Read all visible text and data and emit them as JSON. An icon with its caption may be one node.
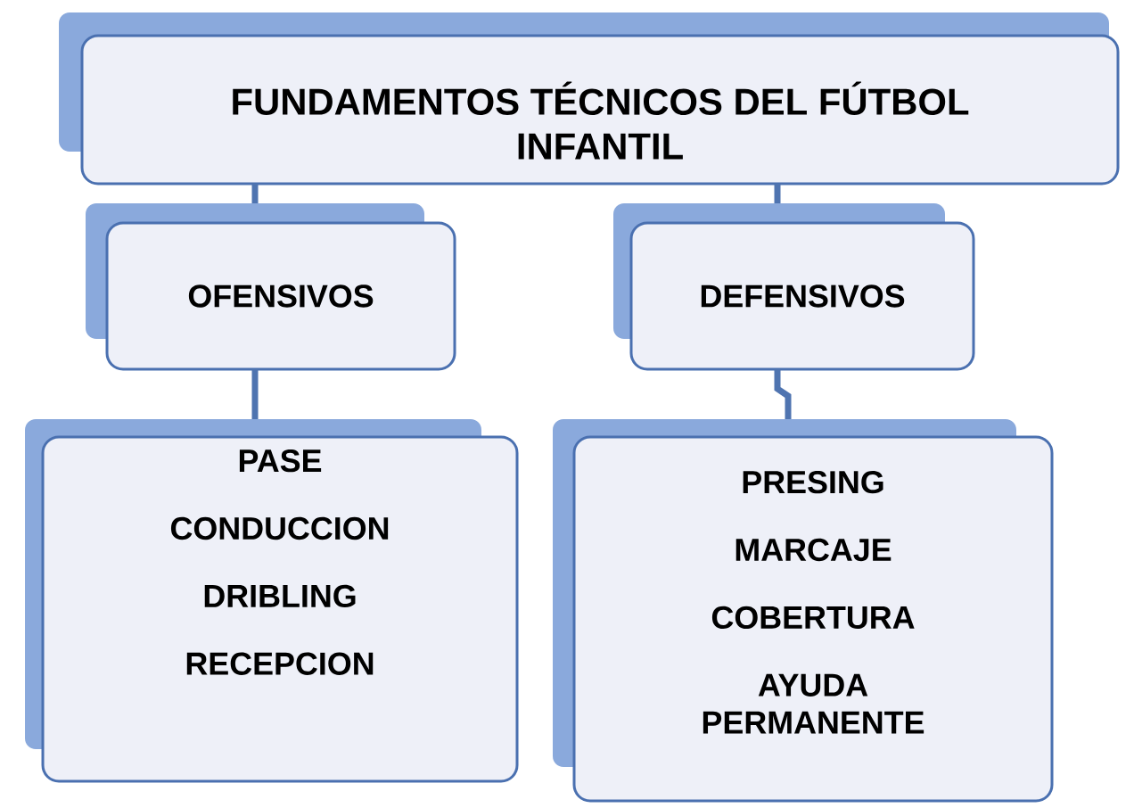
{
  "diagram": {
    "nodes": [
      {
        "text": [
          "FUNDAMENTOS TÉCNICOS DEL FÚTBOL INFANTIL"
        ]
      },
      {
        "text": [
          "OFENSIVOS"
        ]
      },
      {
        "text": [
          "DEFENSIVOS"
        ]
      },
      {
        "text": [
          "PASE",
          "CONDUCCION",
          "DRIBLING",
          "RECEPCION"
        ]
      },
      {
        "text": [
          "PRESING",
          "MARCAJE",
          "COBERTURA",
          "AYUDA PERMANENTE"
        ]
      }
    ],
    "edges": [
      {
        "from": 0,
        "to": 1,
        "arrow": "none"
      },
      {
        "from": 0,
        "to": 2,
        "arrow": "none"
      },
      {
        "from": 1,
        "to": 3,
        "arrow": "none"
      },
      {
        "from": 2,
        "to": 4,
        "arrow": "none"
      }
    ]
  }
}
